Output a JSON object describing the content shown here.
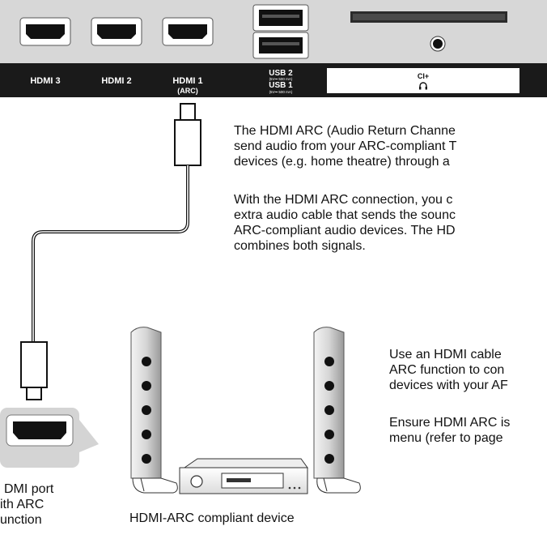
{
  "ports": {
    "hdmi3": "HDMI 3",
    "hdmi2": "HDMI 2",
    "hdmi1": "HDMI 1",
    "hdmi1_arc": "(ARC)",
    "usb2": "USB 2",
    "usb2_spec": "(5V⎓ 500 mA)",
    "usb1": "USB 1",
    "usb1_spec": "(5V⎓ 500 mA)",
    "ci": "CI+",
    "headphone_icon": "headphone-icon"
  },
  "text": {
    "para1": [
      "The HDMI ARC (Audio Return Channe",
      "send audio from your ARC-compliant T",
      "devices (e.g. home theatre) through a"
    ],
    "para2": [
      "With the HDMI ARC connection, you c",
      "extra audio cable that sends the sounc",
      "ARC-compliant audio devices. The HD",
      "combines both signals."
    ],
    "para3": [
      "Use an HDMI cable",
      "ARC function to con",
      "devices with your AF"
    ],
    "para4": [
      "Ensure HDMI ARC is",
      "menu (refer to page"
    ]
  },
  "captions": {
    "tv_port": [
      "DMI port",
      "ith ARC",
      "unction"
    ],
    "device": "HDMI-ARC compliant device"
  },
  "colors": {
    "panel": "#d7d7d7",
    "strip": "#1a1a1a",
    "port_frame": "#ffffff",
    "port_body": "#111111",
    "speaker": "#cfcfcf"
  }
}
